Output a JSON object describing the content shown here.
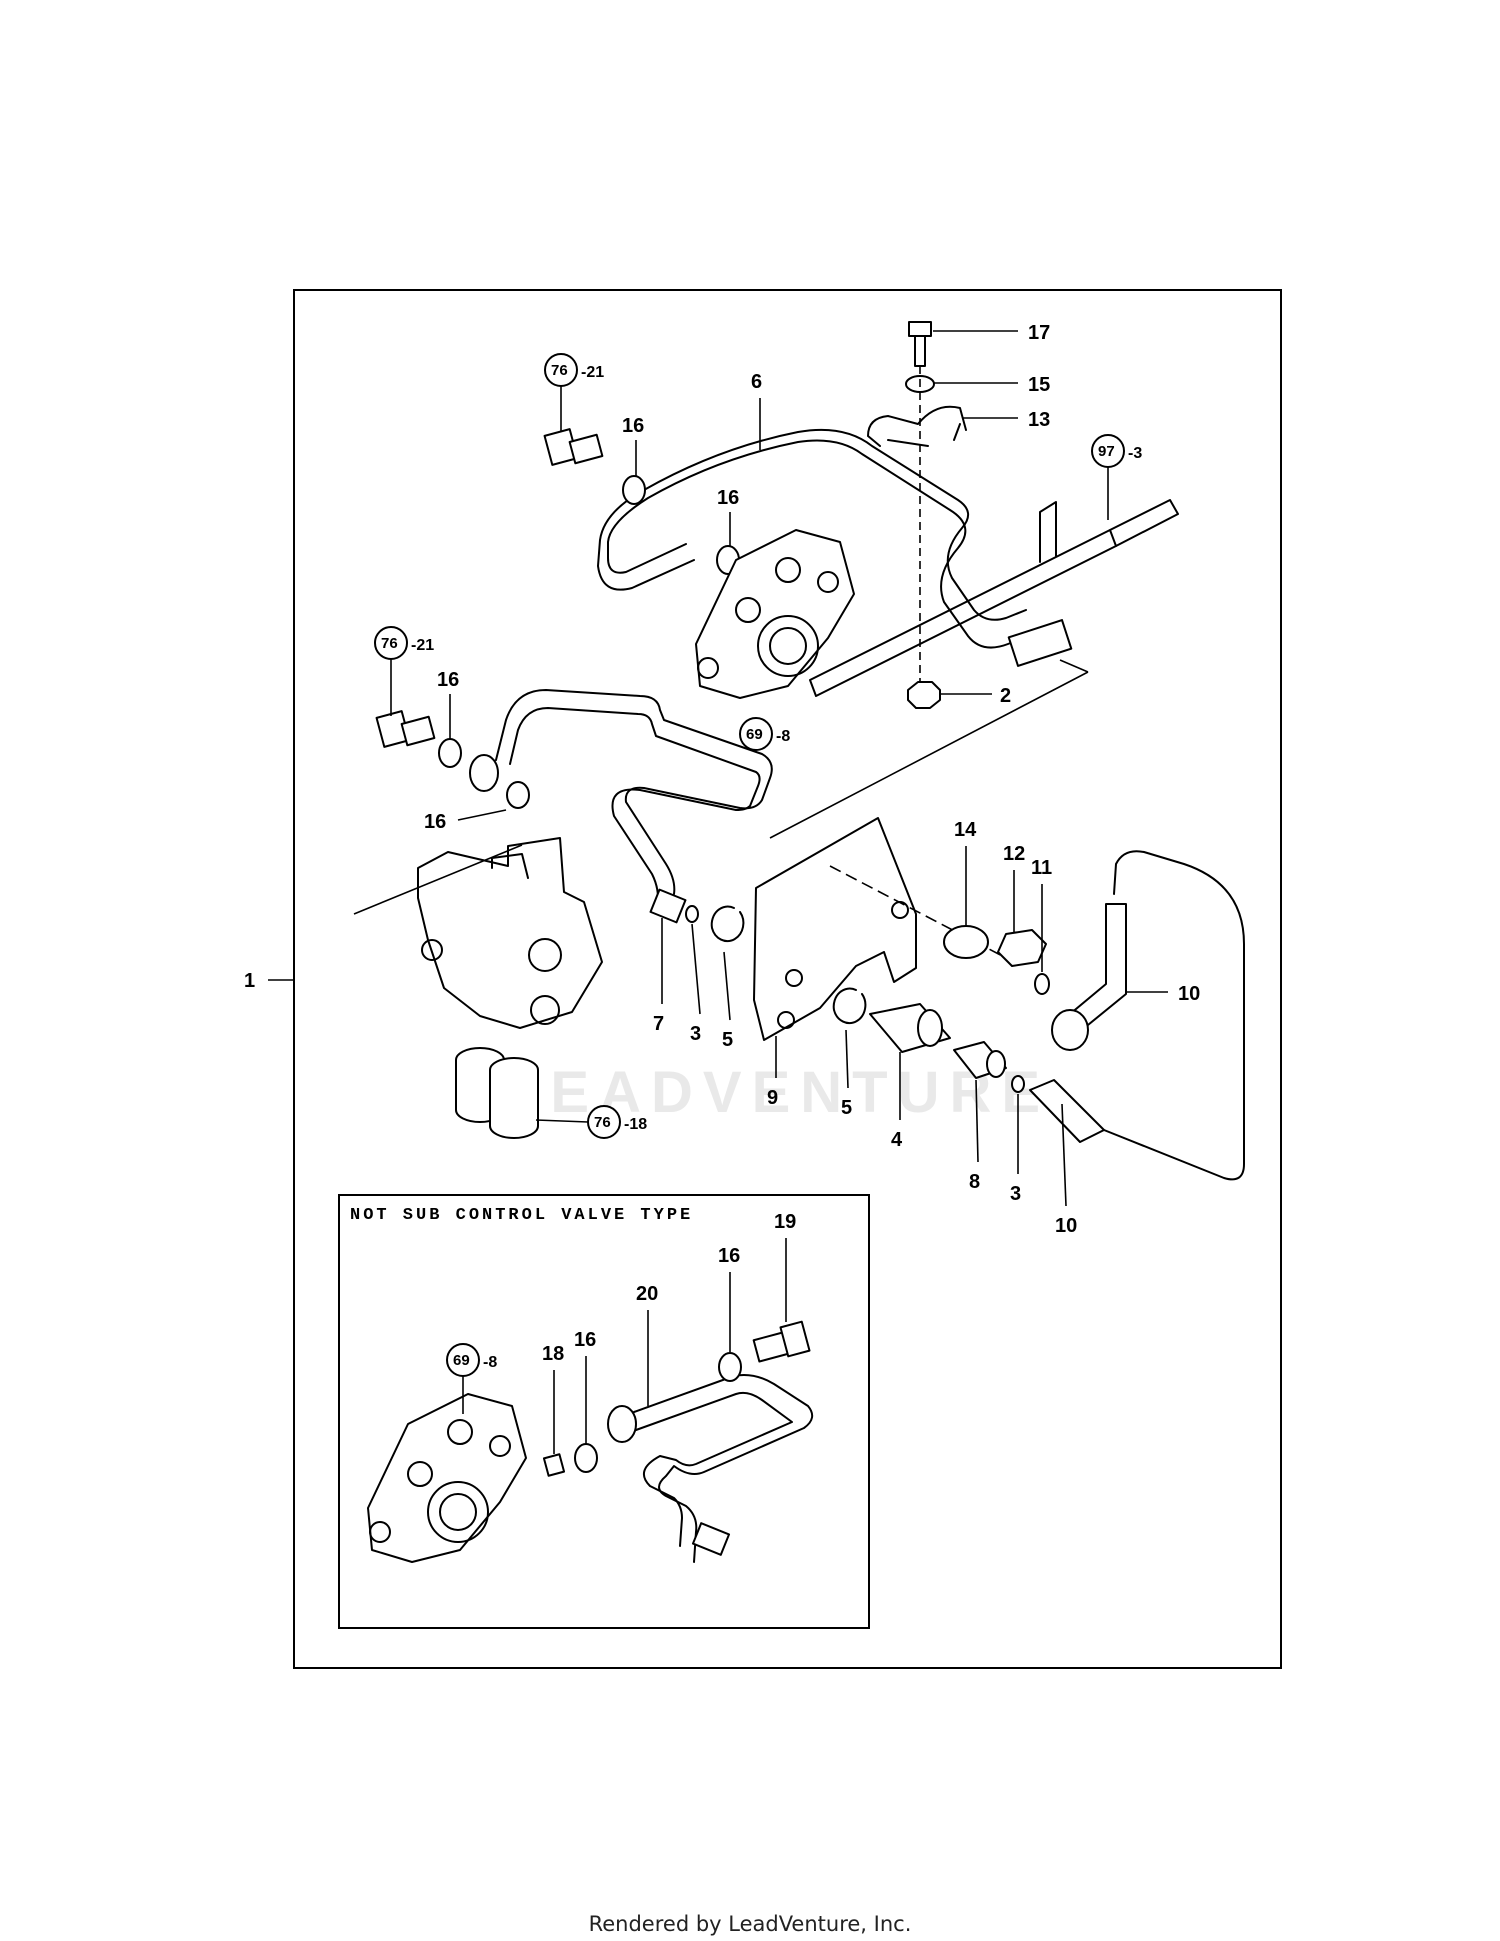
{
  "diagram": {
    "assembly_label": "1",
    "watermark": "LEADVENTURE",
    "callouts": {
      "c17": "17",
      "c15": "15",
      "c13": "13",
      "c6": "6",
      "c16a": "16",
      "c16b": "16",
      "c16c": "16",
      "c16d": "16",
      "c2": "2",
      "c7": "7",
      "c3a": "3",
      "c5a": "5",
      "c9": "9",
      "c5b": "5",
      "c4": "4",
      "c8": "8",
      "c3b": "3",
      "c10a": "10",
      "c10b": "10",
      "c14": "14",
      "c12": "12",
      "c11": "11"
    },
    "refs": {
      "r76a": {
        "num": "76",
        "suffix": "-21"
      },
      "r76b": {
        "num": "76",
        "suffix": "-21"
      },
      "r97": {
        "num": "97",
        "suffix": "-3"
      },
      "r69": {
        "num": "69",
        "suffix": "-8"
      },
      "r76c": {
        "num": "76",
        "suffix": "-18"
      }
    },
    "inset": {
      "title": "NOT SUB CONTROL VALVE TYPE",
      "callouts": {
        "c19": "19",
        "c16e": "16",
        "c20": "20",
        "c18": "18",
        "c16f": "16"
      },
      "refs": {
        "r69i": {
          "num": "69",
          "suffix": "-8"
        }
      }
    }
  },
  "footer": {
    "text": "Rendered by LeadVenture, Inc."
  }
}
